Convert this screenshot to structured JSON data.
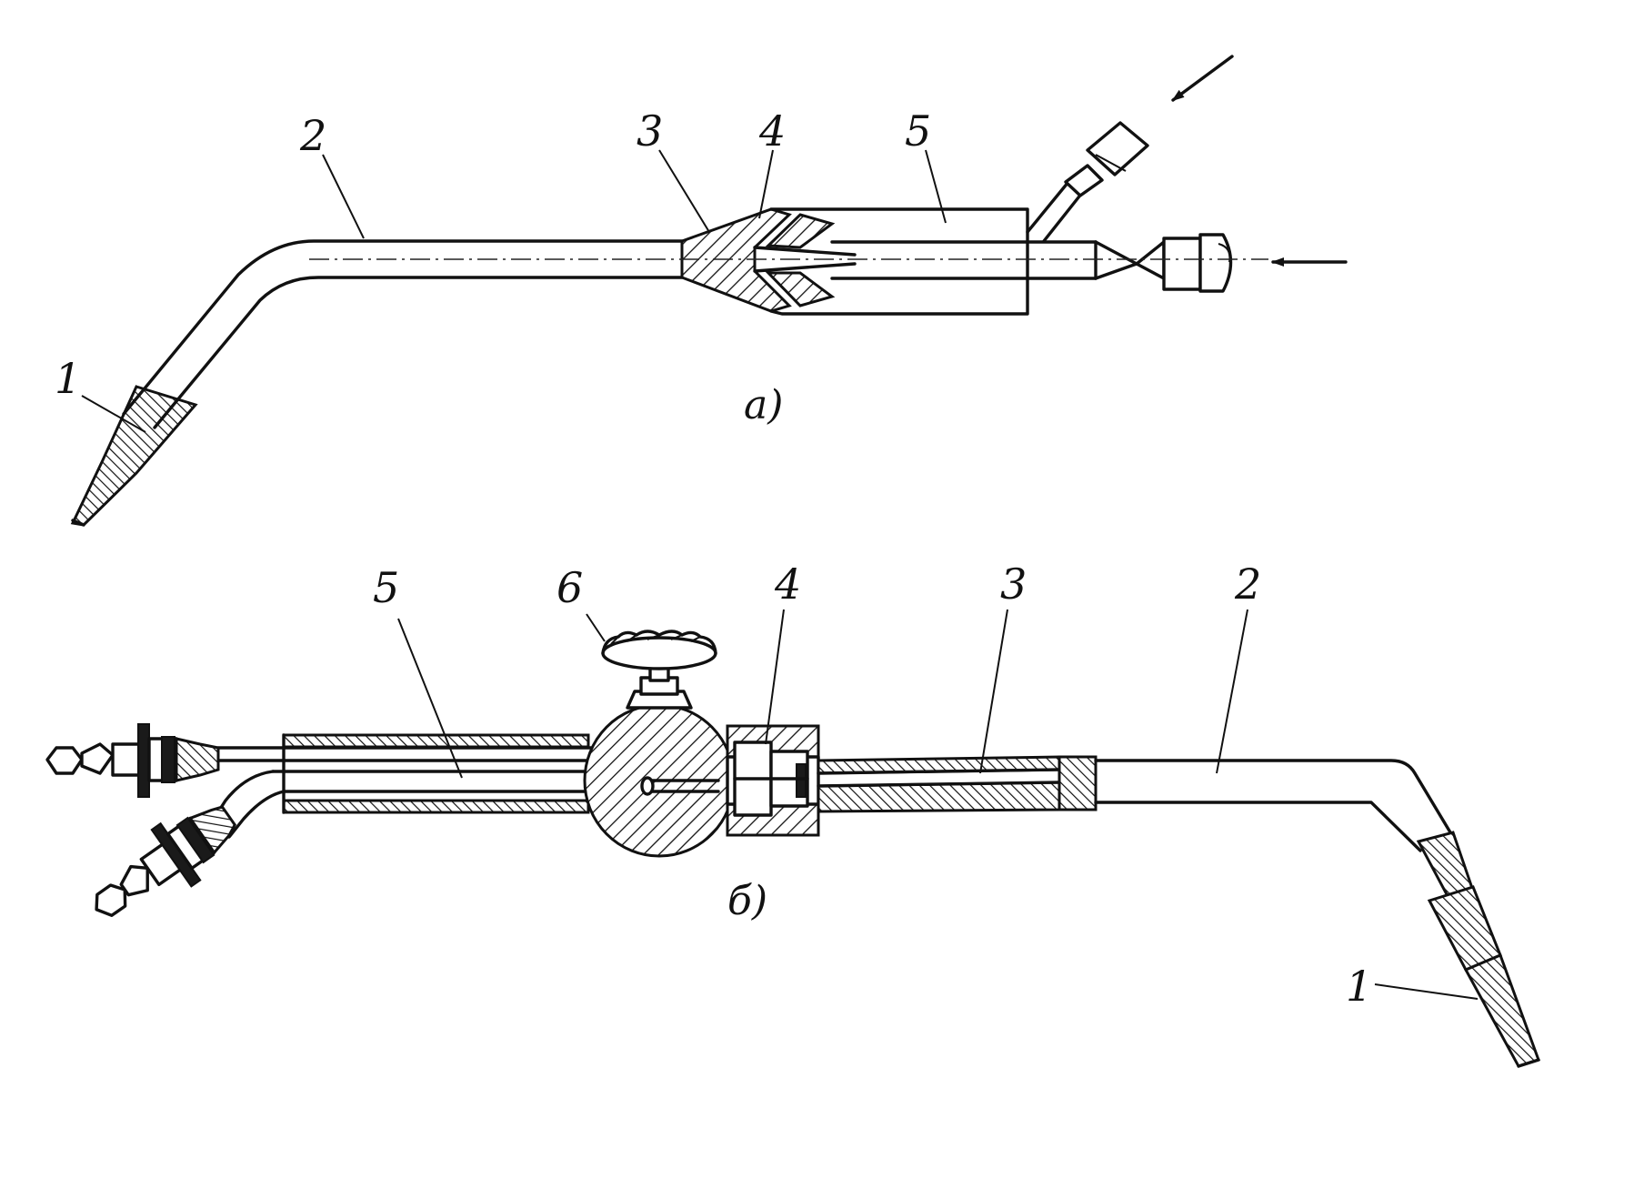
{
  "figure": {
    "subfigure_a": {
      "caption": "а)",
      "labels": {
        "tip": "1",
        "tube": "2",
        "mixer": "3",
        "injector": "4",
        "body": "5"
      }
    },
    "subfigure_b": {
      "caption": "б)",
      "labels": {
        "tip": "1",
        "tube": "2",
        "mixer": "3",
        "injector": "4",
        "body": "5",
        "valve": "6"
      }
    }
  }
}
